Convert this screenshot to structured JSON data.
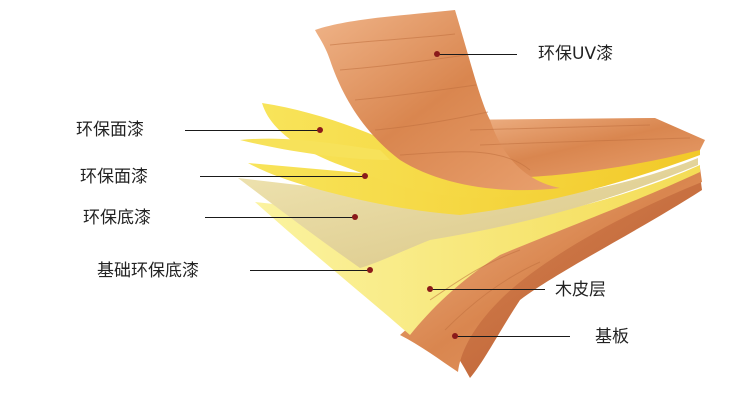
{
  "layers": [
    {
      "id": "uv_lacquer",
      "label": "环保UV漆"
    },
    {
      "id": "top_coat_1",
      "label": "环保面漆"
    },
    {
      "id": "top_coat_2",
      "label": "环保面漆"
    },
    {
      "id": "base_coat",
      "label": "环保底漆"
    },
    {
      "id": "primer_base_coat",
      "label": "基础环保底漆"
    },
    {
      "id": "wood_veneer",
      "label": "木皮层"
    },
    {
      "id": "substrate",
      "label": "基板"
    }
  ],
  "colors": {
    "wood_light": "#e8a87a",
    "wood_dark": "#c2663a",
    "lacquer_yellow": "#f5d43a",
    "lacquer_pale": "#f7ec7a",
    "base_beige": "#e2d29a",
    "dot": "#8b1a1a",
    "leader_line": "#1a1a1a"
  },
  "icons": {
    "layer_marker": "dot-marker-icon"
  }
}
